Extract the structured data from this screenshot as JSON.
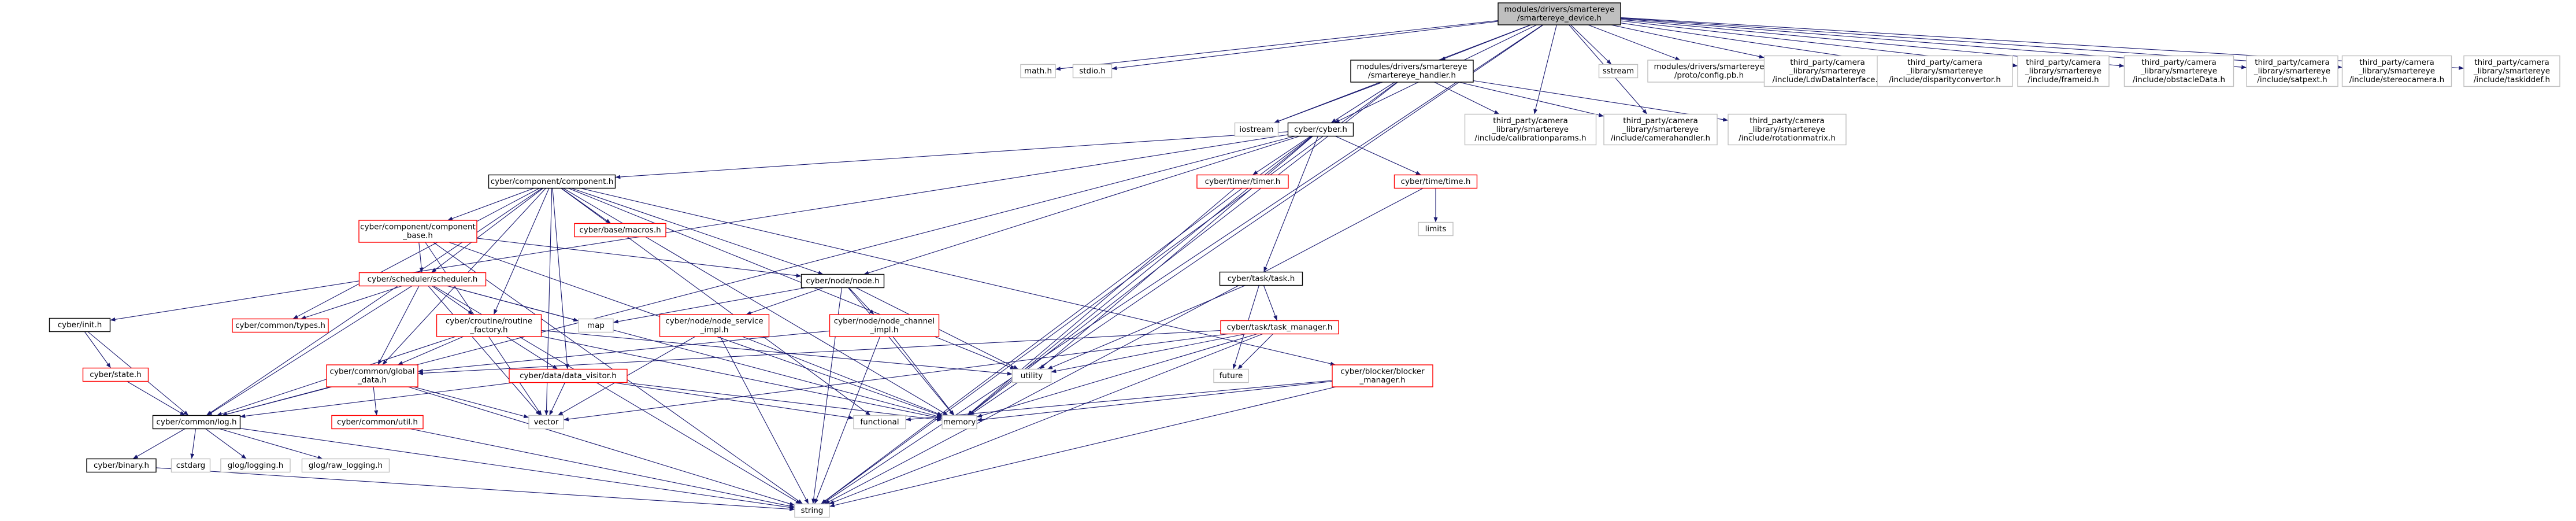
{
  "colors": {
    "edge": "#191970",
    "root_fill": "#bfbfbf",
    "root_stroke": "#000000",
    "normal_stroke": "#000000",
    "red_stroke": "#ff0000",
    "gray_stroke": "#bfbfbf",
    "gray_text": "#555555",
    "background": "#ffffff"
  },
  "nodes": [
    {
      "id": "root",
      "style": "root",
      "lines": [
        "modules/drivers/smartereye",
        "/smartereye_device.h"
      ]
    },
    {
      "id": "math",
      "style": "gray",
      "lines": [
        "math.h"
      ]
    },
    {
      "id": "stdio",
      "style": "gray",
      "lines": [
        "stdio.h"
      ]
    },
    {
      "id": "handler",
      "style": "normal",
      "lines": [
        "modules/drivers/smartereye",
        "/smartereye_handler.h"
      ]
    },
    {
      "id": "sstream",
      "style": "gray",
      "lines": [
        "sstream"
      ]
    },
    {
      "id": "configpb",
      "style": "gray",
      "lines": [
        "modules/drivers/smartereye",
        "/proto/config.pb.h"
      ]
    },
    {
      "id": "tp_ldw",
      "style": "gray",
      "lines": [
        "third_party/camera",
        "_library/smartereye",
        "/include/LdwDataInterface.h"
      ]
    },
    {
      "id": "tp_disp",
      "style": "gray",
      "lines": [
        "third_party/camera",
        "_library/smartereye",
        "/include/disparityconvertor.h"
      ]
    },
    {
      "id": "tp_frame",
      "style": "gray",
      "lines": [
        "third_party/camera",
        "_library/smartereye",
        "/include/frameid.h"
      ]
    },
    {
      "id": "tp_obst",
      "style": "gray",
      "lines": [
        "third_party/camera",
        "_library/smartereye",
        "/include/obstacleData.h"
      ]
    },
    {
      "id": "tp_sat",
      "style": "gray",
      "lines": [
        "third_party/camera",
        "_library/smartereye",
        "/include/satpext.h"
      ]
    },
    {
      "id": "tp_stereo",
      "style": "gray",
      "lines": [
        "third_party/camera",
        "_library/smartereye",
        "/include/stereocamera.h"
      ]
    },
    {
      "id": "tp_task",
      "style": "gray",
      "lines": [
        "third_party/camera",
        "_library/smartereye",
        "/include/taskiddef.h"
      ]
    },
    {
      "id": "iostream",
      "style": "gray",
      "lines": [
        "iostream"
      ]
    },
    {
      "id": "cyber",
      "style": "normal",
      "lines": [
        "cyber/cyber.h"
      ]
    },
    {
      "id": "tp_calib",
      "style": "gray",
      "lines": [
        "third_party/camera",
        "_library/smartereye",
        "/include/calibrationparams.h"
      ]
    },
    {
      "id": "tp_camh",
      "style": "gray",
      "lines": [
        "third_party/camera",
        "_library/smartereye",
        "/include/camerahandler.h"
      ]
    },
    {
      "id": "tp_rot",
      "style": "gray",
      "lines": [
        "third_party/camera",
        "_library/smartereye",
        "/include/rotationmatrix.h"
      ]
    },
    {
      "id": "component",
      "style": "normal",
      "lines": [
        "cyber/component/component.h"
      ]
    },
    {
      "id": "timer",
      "style": "red",
      "lines": [
        "cyber/timer/timer.h"
      ]
    },
    {
      "id": "time",
      "style": "red",
      "lines": [
        "cyber/time/time.h"
      ]
    },
    {
      "id": "limits",
      "style": "gray",
      "lines": [
        "limits"
      ]
    },
    {
      "id": "compbase",
      "style": "red",
      "lines": [
        "cyber/component/component",
        "_base.h"
      ]
    },
    {
      "id": "macros",
      "style": "red",
      "lines": [
        "cyber/base/macros.h"
      ]
    },
    {
      "id": "scheduler",
      "style": "red",
      "lines": [
        "cyber/scheduler/scheduler.h"
      ]
    },
    {
      "id": "node",
      "style": "normal",
      "lines": [
        "cyber/node/node.h"
      ]
    },
    {
      "id": "tasktask",
      "style": "normal",
      "lines": [
        "cyber/task/task.h"
      ]
    },
    {
      "id": "init",
      "style": "normal",
      "lines": [
        "cyber/init.h"
      ]
    },
    {
      "id": "ctypes",
      "style": "red",
      "lines": [
        "cyber/common/types.h"
      ]
    },
    {
      "id": "routine",
      "style": "red",
      "lines": [
        "cyber/croutine/routine",
        "_factory.h"
      ]
    },
    {
      "id": "map",
      "style": "gray",
      "lines": [
        "map"
      ]
    },
    {
      "id": "nodesvc",
      "style": "red",
      "lines": [
        "cyber/node/node_service",
        "_impl.h"
      ]
    },
    {
      "id": "nodech",
      "style": "red",
      "lines": [
        "cyber/node/node_channel",
        "_impl.h"
      ]
    },
    {
      "id": "taskmgr",
      "style": "red",
      "lines": [
        "cyber/task/task_manager.h"
      ]
    },
    {
      "id": "state",
      "style": "red",
      "lines": [
        "cyber/state.h"
      ]
    },
    {
      "id": "globaldata",
      "style": "red",
      "lines": [
        "cyber/common/global",
        "_data.h"
      ]
    },
    {
      "id": "visitor",
      "style": "red",
      "lines": [
        "cyber/data/data_visitor.h"
      ]
    },
    {
      "id": "utility",
      "style": "gray",
      "lines": [
        "utility"
      ]
    },
    {
      "id": "future",
      "style": "gray",
      "lines": [
        "future"
      ]
    },
    {
      "id": "blocker",
      "style": "red",
      "lines": [
        "cyber/blocker/blocker",
        "_manager.h"
      ]
    },
    {
      "id": "log",
      "style": "normal",
      "lines": [
        "cyber/common/log.h"
      ]
    },
    {
      "id": "cutil",
      "style": "red",
      "lines": [
        "cyber/common/util.h"
      ]
    },
    {
      "id": "vector",
      "style": "gray",
      "lines": [
        "vector"
      ]
    },
    {
      "id": "functional",
      "style": "gray",
      "lines": [
        "functional"
      ]
    },
    {
      "id": "memory",
      "style": "gray",
      "lines": [
        "memory"
      ]
    },
    {
      "id": "binary",
      "style": "normal",
      "lines": [
        "cyber/binary.h"
      ]
    },
    {
      "id": "cstdarg",
      "style": "gray",
      "lines": [
        "cstdarg"
      ]
    },
    {
      "id": "glog",
      "style": "gray",
      "lines": [
        "glog/logging.h"
      ]
    },
    {
      "id": "glograw",
      "style": "gray",
      "lines": [
        "glog/raw_logging.h"
      ]
    },
    {
      "id": "string",
      "style": "gray",
      "lines": [
        "string"
      ]
    }
  ],
  "edges": [
    [
      "root",
      "math"
    ],
    [
      "root",
      "stdio"
    ],
    [
      "root",
      "handler"
    ],
    [
      "root",
      "sstream"
    ],
    [
      "root",
      "configpb"
    ],
    [
      "root",
      "tp_ldw"
    ],
    [
      "root",
      "tp_disp"
    ],
    [
      "root",
      "tp_frame"
    ],
    [
      "root",
      "tp_obst"
    ],
    [
      "root",
      "tp_sat"
    ],
    [
      "root",
      "tp_stereo"
    ],
    [
      "root",
      "tp_task"
    ],
    [
      "root",
      "iostream"
    ],
    [
      "root",
      "cyber"
    ],
    [
      "root",
      "tp_calib"
    ],
    [
      "root",
      "tp_camh"
    ],
    [
      "root",
      "string"
    ],
    [
      "root",
      "memory"
    ],
    [
      "handler",
      "iostream"
    ],
    [
      "handler",
      "cyber"
    ],
    [
      "handler",
      "tp_calib"
    ],
    [
      "handler",
      "tp_camh"
    ],
    [
      "handler",
      "tp_rot"
    ],
    [
      "handler",
      "string"
    ],
    [
      "handler",
      "memory"
    ],
    [
      "cyber",
      "component"
    ],
    [
      "cyber",
      "timer"
    ],
    [
      "cyber",
      "time"
    ],
    [
      "cyber",
      "node"
    ],
    [
      "cyber",
      "tasktask"
    ],
    [
      "cyber",
      "init"
    ],
    [
      "cyber",
      "log"
    ],
    [
      "cyber",
      "utility"
    ],
    [
      "cyber",
      "string"
    ],
    [
      "cyber",
      "memory"
    ],
    [
      "time",
      "limits"
    ],
    [
      "time",
      "string"
    ],
    [
      "timer",
      "memory"
    ],
    [
      "component",
      "compbase"
    ],
    [
      "component",
      "macros"
    ],
    [
      "component",
      "scheduler"
    ],
    [
      "component",
      "node"
    ],
    [
      "component",
      "ctypes"
    ],
    [
      "component",
      "routine"
    ],
    [
      "component",
      "globaldata"
    ],
    [
      "component",
      "visitor"
    ],
    [
      "component",
      "blocker"
    ],
    [
      "component",
      "log"
    ],
    [
      "component",
      "vector"
    ],
    [
      "component",
      "utility"
    ],
    [
      "component",
      "memory"
    ],
    [
      "component",
      "functional"
    ],
    [
      "compbase",
      "scheduler"
    ],
    [
      "compbase",
      "node"
    ],
    [
      "compbase",
      "string"
    ],
    [
      "compbase",
      "memory"
    ],
    [
      "compbase",
      "vector"
    ],
    [
      "scheduler",
      "ctypes"
    ],
    [
      "scheduler",
      "routine"
    ],
    [
      "scheduler",
      "map"
    ],
    [
      "scheduler",
      "globaldata"
    ],
    [
      "scheduler",
      "log"
    ],
    [
      "scheduler",
      "memory"
    ],
    [
      "scheduler",
      "vector"
    ],
    [
      "scheduler",
      "string"
    ],
    [
      "node",
      "map"
    ],
    [
      "node",
      "nodesvc"
    ],
    [
      "node",
      "nodech"
    ],
    [
      "node",
      "memory"
    ],
    [
      "node",
      "utility"
    ],
    [
      "node",
      "string"
    ],
    [
      "nodesvc",
      "memory"
    ],
    [
      "nodesvc",
      "string"
    ],
    [
      "nodesvc",
      "vector"
    ],
    [
      "nodech",
      "memory"
    ],
    [
      "nodech",
      "string"
    ],
    [
      "nodech",
      "globaldata"
    ],
    [
      "tasktask",
      "taskmgr"
    ],
    [
      "tasktask",
      "future"
    ],
    [
      "tasktask",
      "utility"
    ],
    [
      "taskmgr",
      "future"
    ],
    [
      "taskmgr",
      "memory"
    ],
    [
      "taskmgr",
      "string"
    ],
    [
      "taskmgr",
      "utility"
    ],
    [
      "taskmgr",
      "vector"
    ],
    [
      "taskmgr",
      "globaldata"
    ],
    [
      "routine",
      "globaldata"
    ],
    [
      "routine",
      "visitor"
    ],
    [
      "routine",
      "log"
    ],
    [
      "routine",
      "memory"
    ],
    [
      "routine",
      "utility"
    ],
    [
      "init",
      "state"
    ],
    [
      "init",
      "log"
    ],
    [
      "state",
      "log"
    ],
    [
      "globaldata",
      "cutil"
    ],
    [
      "globaldata",
      "log"
    ],
    [
      "globaldata",
      "string"
    ],
    [
      "globaldata",
      "vector"
    ],
    [
      "visitor",
      "log"
    ],
    [
      "visitor",
      "vector"
    ],
    [
      "visitor",
      "memory"
    ],
    [
      "visitor",
      "functional"
    ],
    [
      "blocker",
      "memory"
    ],
    [
      "blocker",
      "string"
    ],
    [
      "blocker",
      "functional"
    ],
    [
      "log",
      "binary"
    ],
    [
      "log",
      "cstdarg"
    ],
    [
      "log",
      "glog"
    ],
    [
      "log",
      "glograw"
    ],
    [
      "log",
      "string"
    ],
    [
      "binary",
      "string"
    ],
    [
      "cutil",
      "string"
    ]
  ]
}
